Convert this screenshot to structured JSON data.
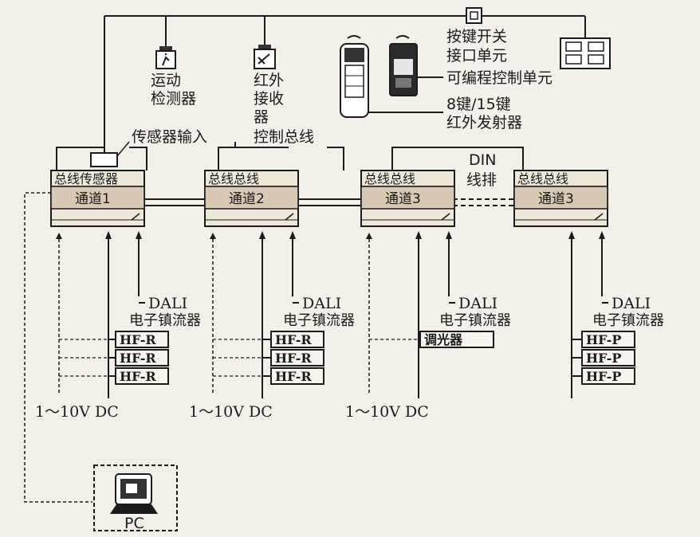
{
  "devices": {
    "motion_detector": [
      "运动",
      "检测器"
    ],
    "ir_receiver": [
      "红外",
      "接收",
      "器"
    ],
    "key_switch": [
      "按键开关",
      "接口单元"
    ],
    "programmable_unit": "可编程控制单元",
    "ir_transmitter": [
      "8键/15键",
      "红外发射器"
    ]
  },
  "bus": {
    "sensor_input": "传感器输入",
    "control_bus": "控制总线",
    "din_rail": [
      "DIN",
      "线排"
    ]
  },
  "modules": [
    {
      "title": "总线传感器",
      "channel": "通道1"
    },
    {
      "title": "总线总线",
      "channel": "通道2"
    },
    {
      "title": "总线总线",
      "channel": "通道3"
    },
    {
      "title": "总线总线",
      "channel": "通道3"
    }
  ],
  "ballast": {
    "dali": "DALI",
    "label": "电子镇流器"
  },
  "loads": {
    "group1": [
      "HF-R",
      "HF-R",
      "HF-R"
    ],
    "group2": [
      "HF-R",
      "HF-R",
      "HF-R"
    ],
    "group3": [
      "调光器"
    ],
    "group4": [
      "HF-P",
      "HF-P",
      "HF-P"
    ]
  },
  "dc_label": "1～10V DC",
  "pc_label": "PC"
}
